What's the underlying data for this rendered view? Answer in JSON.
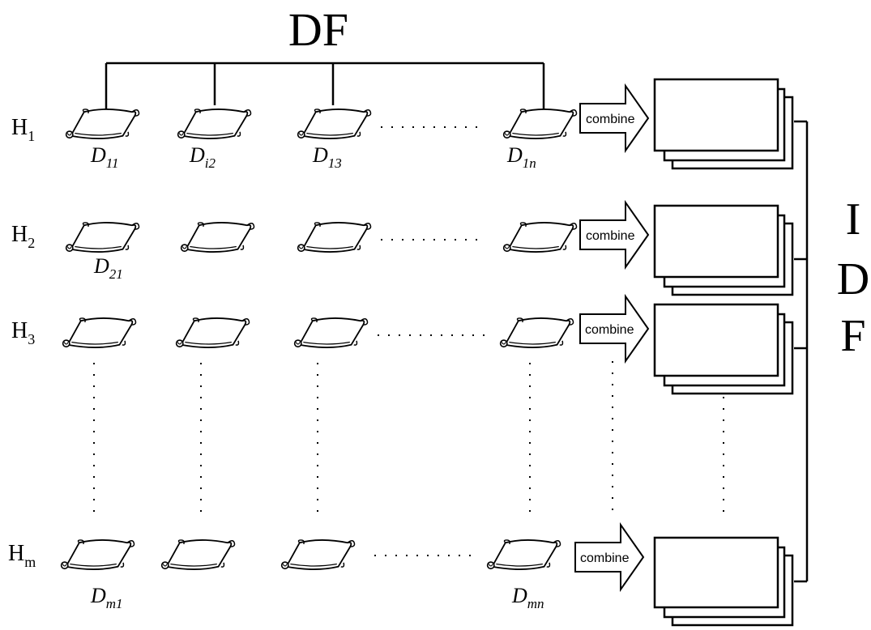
{
  "title_top": "DF",
  "title_side": [
    "I",
    "D",
    "F"
  ],
  "rows": [
    {
      "label": "H",
      "sub": "1",
      "doc_labels": [
        {
          "main": "D",
          "sub": "11"
        },
        {
          "main": "D",
          "sub": "i2"
        },
        {
          "main": "D",
          "sub": "13"
        },
        {
          "main": "D",
          "sub": "1n"
        }
      ]
    },
    {
      "label": "H",
      "sub": "2",
      "doc_labels": [
        {
          "main": "D",
          "sub": "21"
        }
      ]
    },
    {
      "label": "H",
      "sub": "3",
      "doc_labels": []
    },
    {
      "label": "H",
      "sub": "m",
      "doc_labels": [
        {
          "main": "D",
          "sub": "m1"
        },
        {
          "main": "D",
          "sub": "mn"
        }
      ]
    }
  ],
  "arrow_label": "combine",
  "colors": {
    "ink": "#000000",
    "background": "#ffffff"
  },
  "icons": {
    "document": "scroll-icon",
    "arrow": "block-arrow-icon",
    "index": "stacked-pages-icon"
  }
}
